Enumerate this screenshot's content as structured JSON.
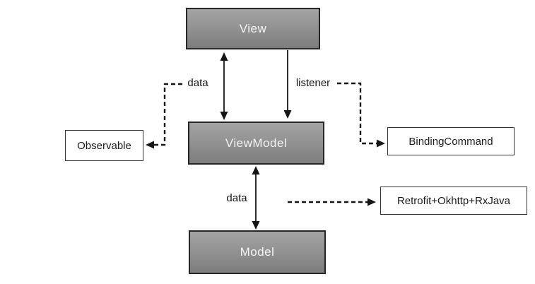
{
  "diagram": {
    "nodes": {
      "view": {
        "label": "View"
      },
      "viewmodel": {
        "label": "ViewModel"
      },
      "model": {
        "label": "Model"
      },
      "observable": {
        "label": "Observable"
      },
      "binding_command": {
        "label": "BindingCommand"
      },
      "retrofit": {
        "label": "Retrofit+Okhttp+RxJava"
      }
    },
    "edge_labels": {
      "view_viewmodel_data": "data",
      "view_viewmodel_listener": "listener",
      "viewmodel_model_data": "data"
    },
    "colors": {
      "background": "#ffffff",
      "gray_node_fill_top": "#a4a4a4",
      "gray_node_fill_bottom": "#7d7d7d",
      "gray_node_border": "#262626",
      "gray_node_text": "#f4f4f4",
      "white_node_fill": "#ffffff",
      "white_node_border": "#333333",
      "white_node_text": "#1c1c1c",
      "arrow": "#161616"
    }
  }
}
